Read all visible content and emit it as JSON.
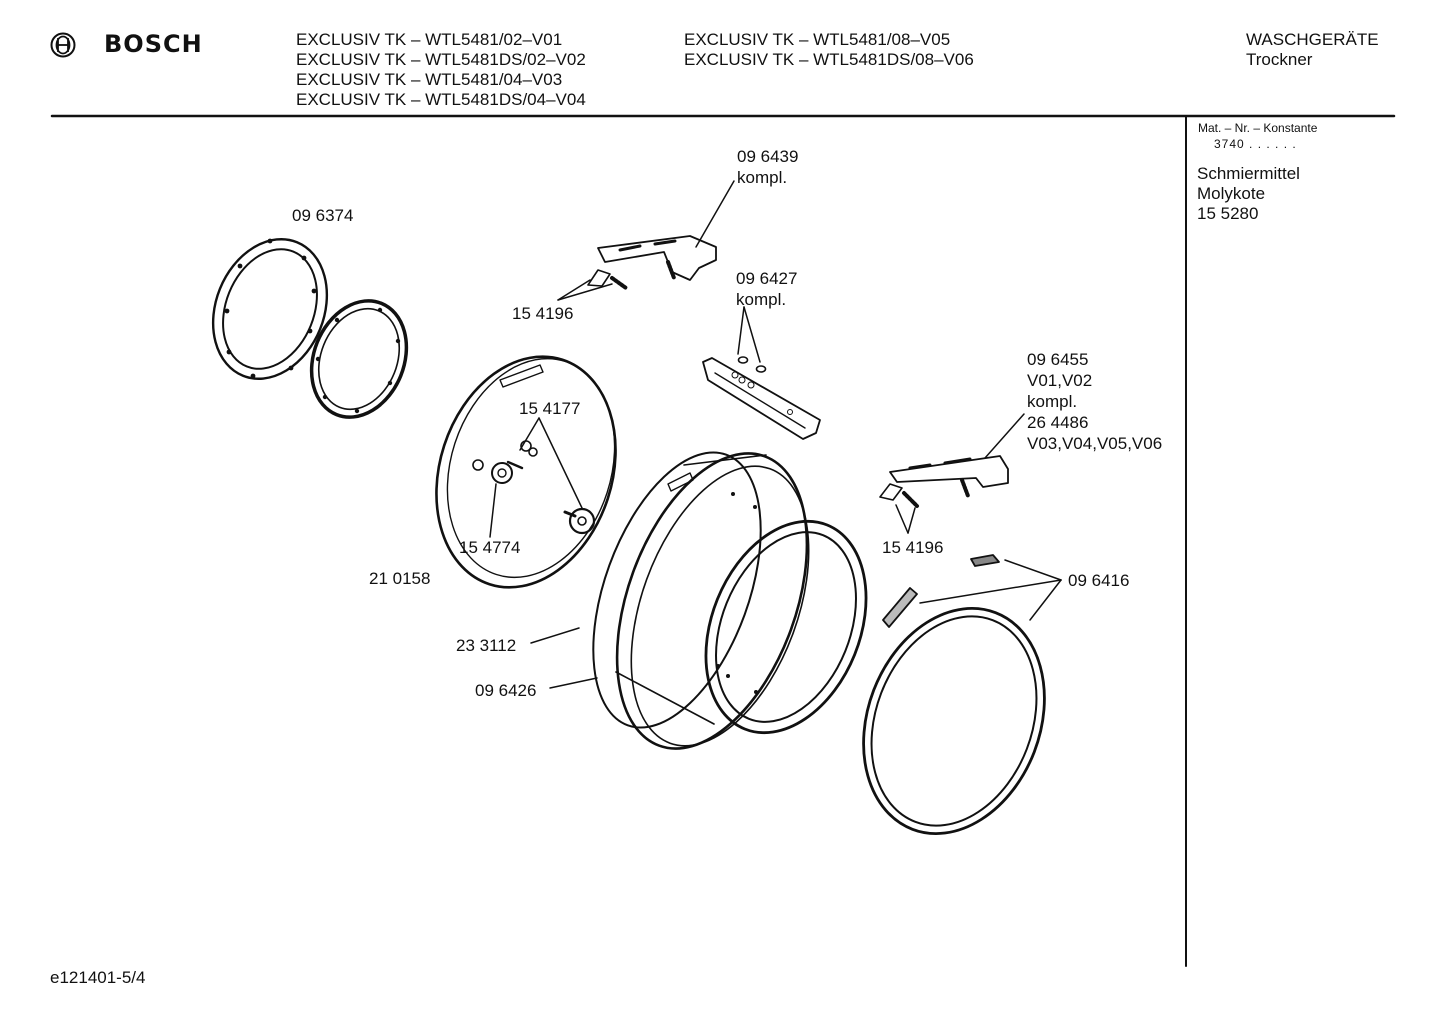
{
  "header": {
    "brand": "BOSCH",
    "models_col1": [
      "EXCLUSIV TK – WTL5481/02–V01",
      "EXCLUSIV TK – WTL5481DS/02–V02",
      "EXCLUSIV TK – WTL5481/04–V03",
      "EXCLUSIV TK – WTL5481DS/04–V04"
    ],
    "models_col2": [
      "EXCLUSIV TK – WTL5481/08–V05",
      "EXCLUSIV TK – WTL5481DS/08–V06"
    ],
    "category": "WASCHGERÄTE",
    "subcategory": "Trockner"
  },
  "sidebar": {
    "mat_label": "Mat. – Nr. – Konstante",
    "mat_value": "3740 . . . . . .",
    "lubricant": [
      "Schmiermittel",
      "Molykote",
      "15 5280"
    ]
  },
  "callouts": {
    "c096439": [
      "09 6439",
      "kompl."
    ],
    "c096374": "09 6374",
    "c154196a": "15 4196",
    "c096427": [
      "09 6427",
      "kompl."
    ],
    "c096455": [
      "09 6455",
      "V01,V02",
      "kompl.",
      "26 4486",
      "V03,V04,V05,V06"
    ],
    "c154177": "15 4177",
    "c154774": "15 4774",
    "c154196b": "15 4196",
    "c210158": "21 0158",
    "c096416": "09 6416",
    "c233112": "23 3112",
    "c096426": "09 6426"
  },
  "footer": {
    "doc_id": "e121401-5/4"
  }
}
